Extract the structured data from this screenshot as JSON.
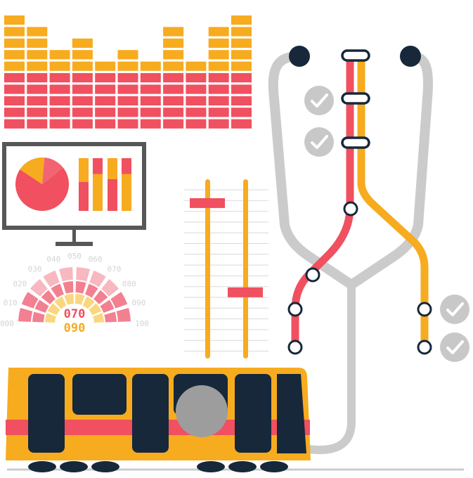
{
  "colors": {
    "red": "#f0505f",
    "orange": "#f7ab1f",
    "dark": "#16283a",
    "gray": "#cbcbcb",
    "check": "#c8c8c8",
    "monitor": "#575757",
    "gauge_pink_light": "#f7b8c0",
    "gauge_pink": "#f28090",
    "gauge_yellow": "#f9d77e",
    "gauge_text": "#d4d4d4",
    "digit_red": "#f0505f",
    "digit_orange": "#f7ab1f"
  },
  "equalizer": {
    "levels": [
      10,
      9,
      7,
      8,
      6,
      7,
      6,
      9,
      6,
      9,
      10
    ]
  },
  "monitor": {
    "pie": [
      0.7,
      0.17,
      0.13
    ],
    "bar_split": [
      0.45,
      0.3,
      0.4,
      0.3
    ]
  },
  "gauge": {
    "ticks": [
      "000",
      "010",
      "020",
      "030",
      "040",
      "050",
      "060",
      "070",
      "080",
      "090",
      "100"
    ],
    "readout_top": "070",
    "readout_bottom": "090"
  },
  "faders": {
    "left_level": 0.18,
    "right_level": 0.67
  },
  "icons": {
    "check": "check-circle-icon",
    "train": "tram-icon",
    "stethoscope": "stethoscope-icon",
    "monitor": "monitor-icon"
  }
}
